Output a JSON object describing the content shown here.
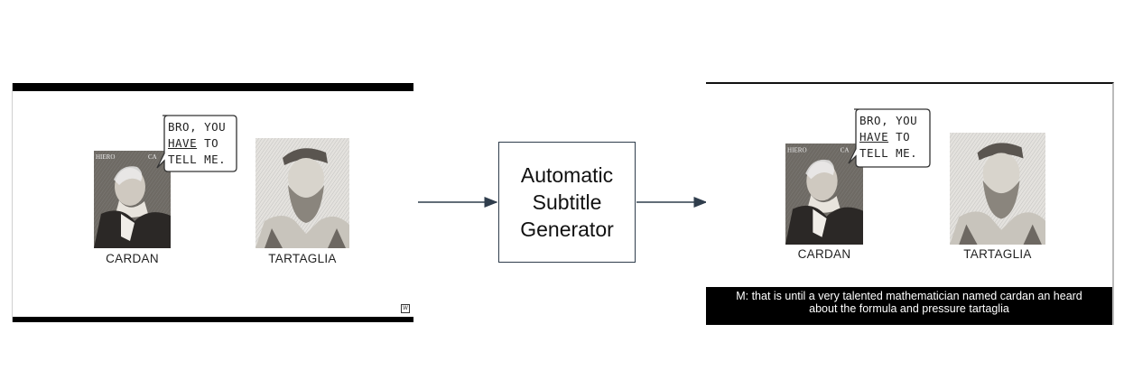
{
  "input_frame": {
    "bubble": {
      "line1": "BRO, YOU",
      "line2_pre": "",
      "line2_emph": "HAVE",
      "line2_post": " TO",
      "line3": "TELL ME."
    },
    "left_caption": "CARDAN",
    "right_caption": "TARTAGLIA",
    "corner_badge": "W"
  },
  "process": {
    "label": "Automatic\nSubtitle\nGenerator"
  },
  "output_frame": {
    "bubble": {
      "line1": "BRO, YOU",
      "line2_pre": "",
      "line2_emph": "HAVE",
      "line2_post": " TO",
      "line3": "TELL ME."
    },
    "left_caption": "CARDAN",
    "right_caption": "TARTAGLIA",
    "subtitle_line1": "M: that is until a very talented mathematician named cardan an heard",
    "subtitle_line2": "about the formula and pressure tartaglia"
  },
  "colors": {
    "arrow": "#2f3d4c",
    "box_border": "#2f3d4c",
    "subtitle_bg": "#000000",
    "subtitle_text": "#ffffff"
  }
}
